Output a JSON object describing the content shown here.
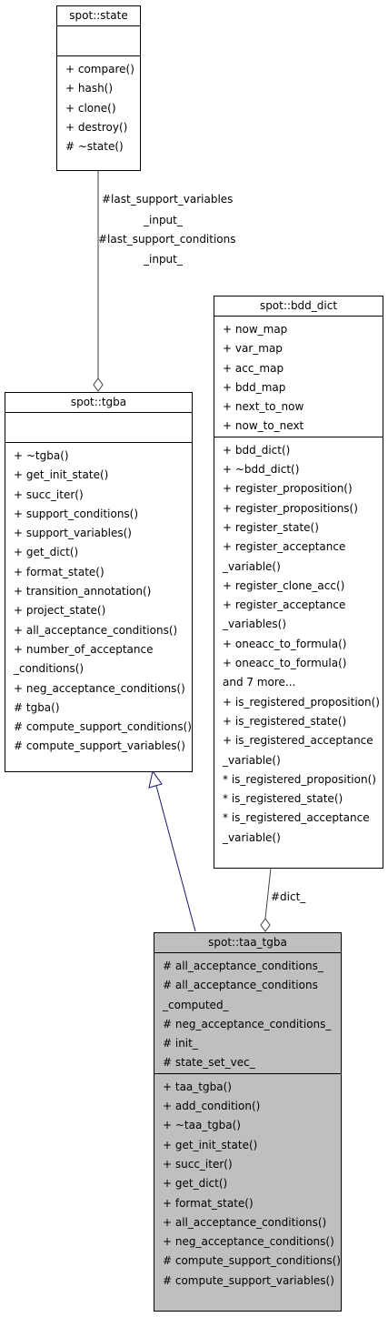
{
  "classes": {
    "state": {
      "name": "spot::state",
      "attributes": [],
      "methods": [
        "+ compare()",
        "+ hash()",
        "+ clone()",
        "+ destroy()",
        "# ~state()"
      ]
    },
    "tgba": {
      "name": "spot::tgba",
      "attributes": [],
      "methods": [
        "+ ~tgba()",
        "+ get_init_state()",
        "+ succ_iter()",
        "+ support_conditions()",
        "+ support_variables()",
        "+ get_dict()",
        "+ format_state()",
        "+ transition_annotation()",
        "+ project_state()",
        "+ all_acceptance_conditions()",
        "+ number_of_acceptance",
        "_conditions()",
        "+ neg_acceptance_conditions()",
        "# tgba()",
        "# compute_support_conditions()",
        "# compute_support_variables()"
      ]
    },
    "bdd_dict": {
      "name": "spot::bdd_dict",
      "attributes": [
        "+ now_map",
        "+ var_map",
        "+ acc_map",
        "+ bdd_map",
        "+ next_to_now",
        "+ now_to_next"
      ],
      "methods": [
        "+ bdd_dict()",
        "+ ~bdd_dict()",
        "+ register_proposition()",
        "+ register_propositions()",
        "+ register_state()",
        "+ register_acceptance",
        "_variable()",
        "+ register_clone_acc()",
        "+ register_acceptance",
        "_variables()",
        "+ oneacc_to_formula()",
        "+ oneacc_to_formula()",
        "and 7 more...",
        "+ is_registered_proposition()",
        "+ is_registered_state()",
        "+ is_registered_acceptance",
        "_variable()",
        "* is_registered_proposition()",
        "* is_registered_state()",
        "* is_registered_acceptance",
        "_variable()"
      ]
    },
    "taa_tgba": {
      "name": "spot::taa_tgba",
      "attributes": [
        "# all_acceptance_conditions_",
        "# all_acceptance_conditions",
        "_computed_",
        "# neg_acceptance_conditions_",
        "# init_",
        "# state_set_vec_"
      ],
      "methods": [
        "+ taa_tgba()",
        "+ add_condition()",
        "+ ~taa_tgba()",
        "+ get_init_state()",
        "+ succ_iter()",
        "+ get_dict()",
        "+ format_state()",
        "+ all_acceptance_conditions()",
        "+ neg_acceptance_conditions()",
        "# compute_support_conditions()",
        "# compute_support_variables()"
      ]
    }
  },
  "edges": {
    "state_to_tgba": [
      "#last_support_variables",
      "_input_",
      "#last_support_conditions",
      "_input_"
    ],
    "dict_to_taa": "#dict_"
  },
  "colors": {
    "highlight": "#bfbfbf",
    "inheritance": "#191970",
    "association": "#404040"
  }
}
